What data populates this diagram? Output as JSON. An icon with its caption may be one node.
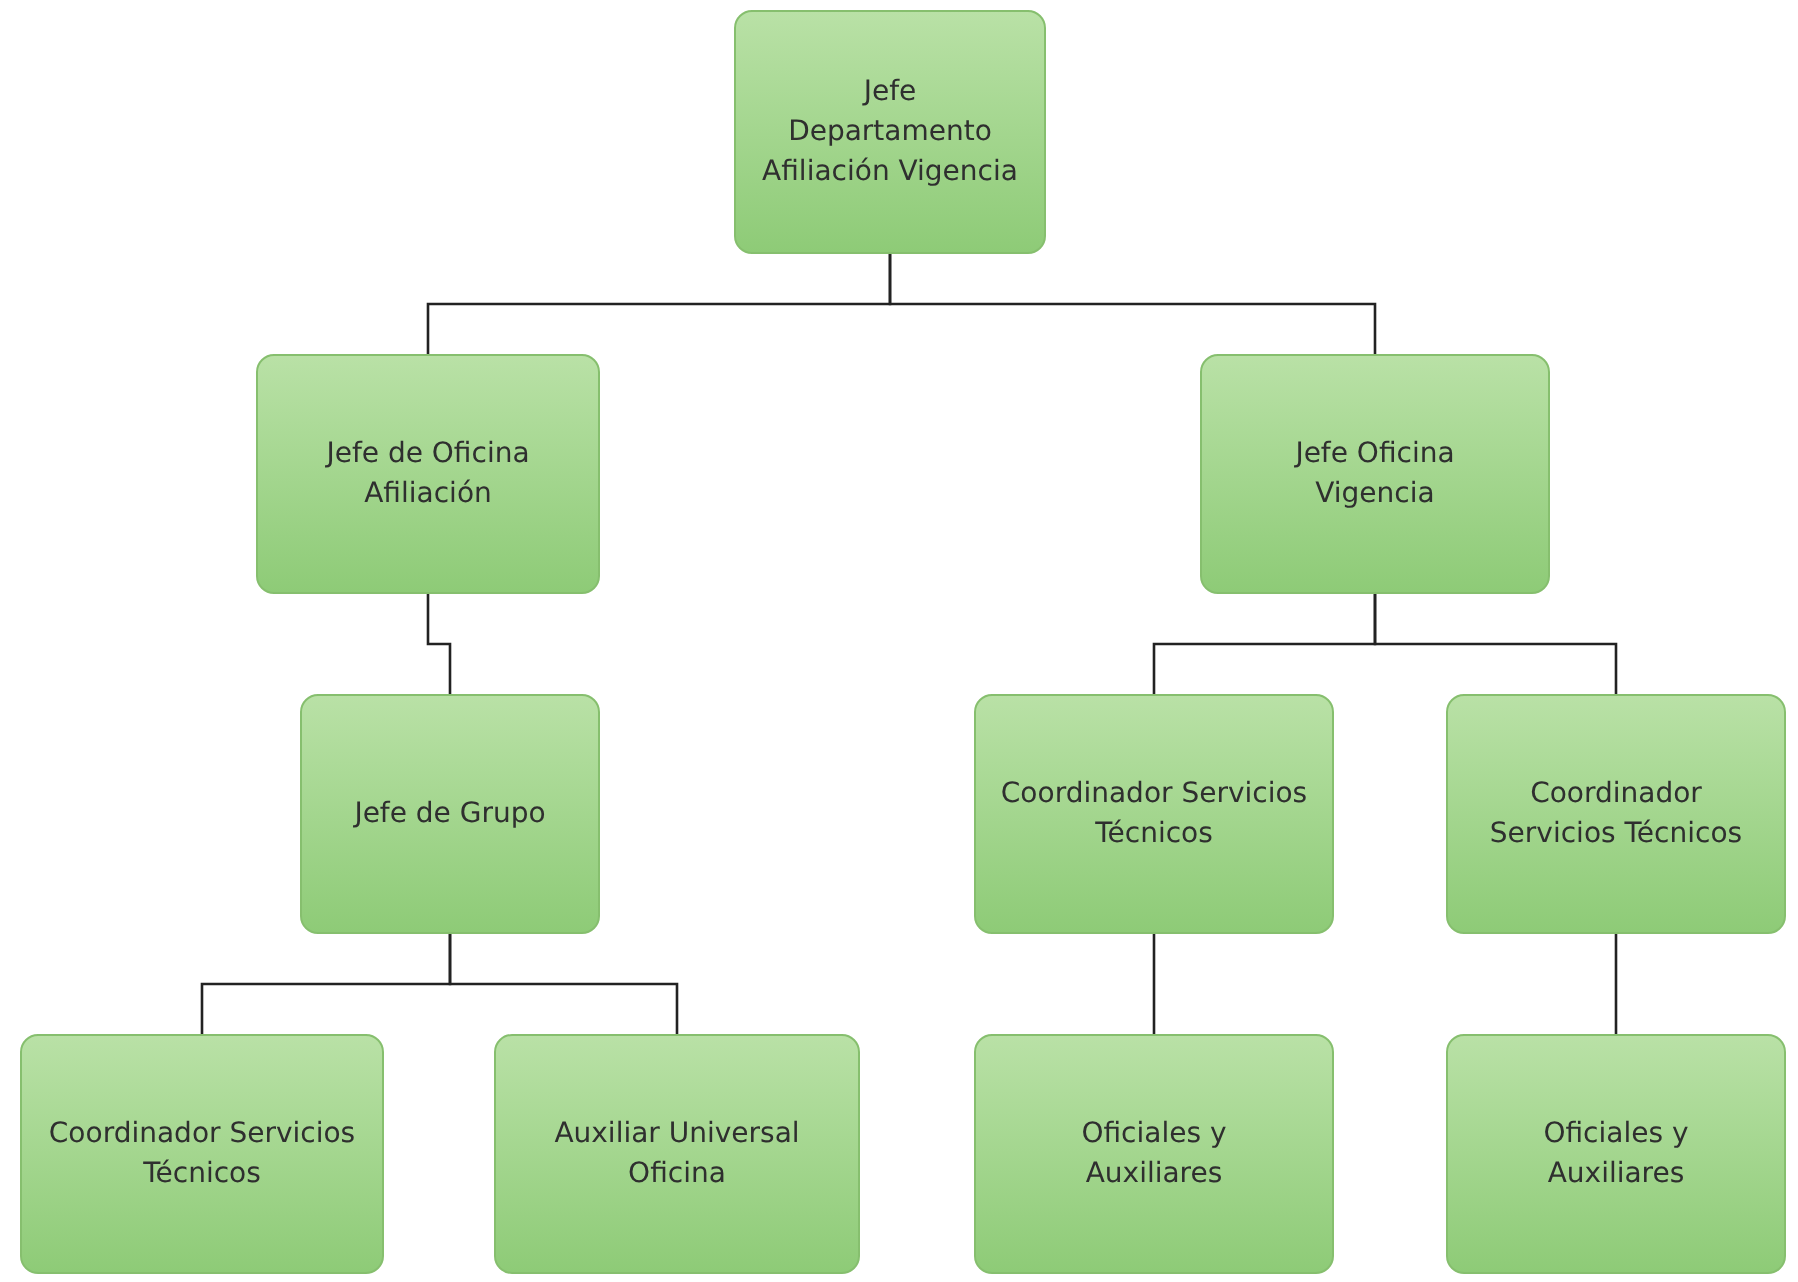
{
  "diagram": {
    "nodes": [
      {
        "text": [
          "Jefe Departamento Afiliación Vigencia"
        ]
      },
      {
        "text": [
          "Jefe de Oficina Afiliación"
        ]
      },
      {
        "text": [
          "Jefe Oficina Vigencia"
        ]
      },
      {
        "text": [
          "Jefe de Grupo"
        ]
      },
      {
        "text": [
          "Coordinador Servicios Técnicos"
        ]
      },
      {
        "text": [
          "Coordinador Servicios Técnicos"
        ]
      },
      {
        "text": [
          "Coordinador Servicios Técnicos"
        ]
      },
      {
        "text": [
          "Auxiliar Universal Oficina"
        ]
      },
      {
        "text": [
          "Oficiales y Auxiliares"
        ]
      },
      {
        "text": [
          "Oficiales y Auxiliares"
        ]
      }
    ],
    "edges": [
      {
        "from": 0,
        "to": 1,
        "arrow": "none"
      },
      {
        "from": 0,
        "to": 2,
        "arrow": "none"
      },
      {
        "from": 1,
        "to": 3,
        "arrow": "none"
      },
      {
        "from": 2,
        "to": 4,
        "arrow": "none"
      },
      {
        "from": 2,
        "to": 5,
        "arrow": "none"
      },
      {
        "from": 3,
        "to": 6,
        "arrow": "none"
      },
      {
        "from": 3,
        "to": 7,
        "arrow": "none"
      },
      {
        "from": 4,
        "to": 8,
        "arrow": "none"
      },
      {
        "from": 5,
        "to": 9,
        "arrow": "none"
      }
    ]
  }
}
